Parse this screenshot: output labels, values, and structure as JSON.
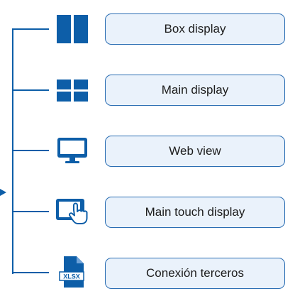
{
  "diagram": {
    "accent_color": "#0d5ea8",
    "node_border_color": "#2a6db3",
    "node_fill_color": "#eaf2fb",
    "items": [
      {
        "label": "Box display",
        "icon": "two-column-layout-icon"
      },
      {
        "label": "Main display",
        "icon": "four-pane-grid-icon"
      },
      {
        "label": "Web view",
        "icon": "monitor-icon"
      },
      {
        "label": "Main touch display",
        "icon": "tablet-touch-icon"
      },
      {
        "label": "Conexión terceros",
        "icon": "xlsx-file-icon",
        "icon_text": "XLSX"
      }
    ]
  }
}
